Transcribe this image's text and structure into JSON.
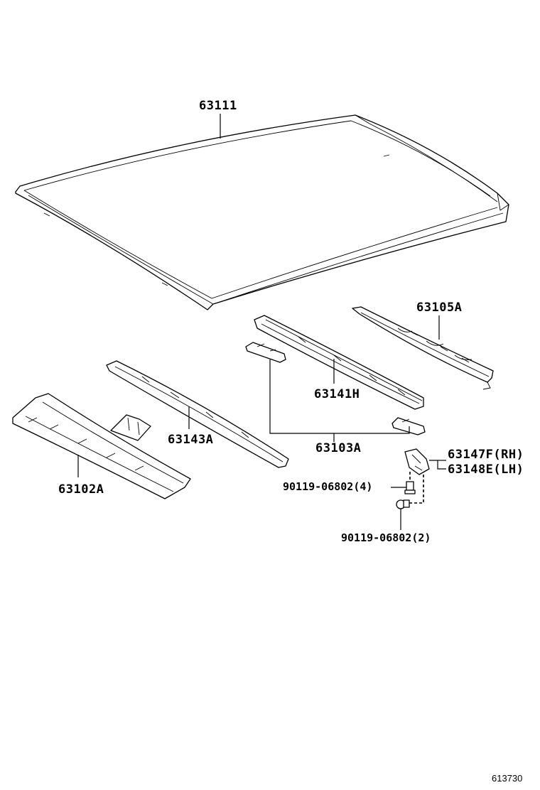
{
  "labels": {
    "roof_panel": "63111",
    "rear_header": "63105A",
    "center_bow": "63141H",
    "bow_brackets": "63103A",
    "front_bow": "63143A",
    "front_header": "63102A",
    "bracket_rh": "63147F(RH)",
    "bracket_lh": "63148E(LH)",
    "bolt_upper": "90119-06802(4)",
    "bolt_lower": "90119-06802(2)"
  },
  "diagram_ref": "613730",
  "colors": {
    "line": "#000000",
    "background": "#ffffff"
  }
}
